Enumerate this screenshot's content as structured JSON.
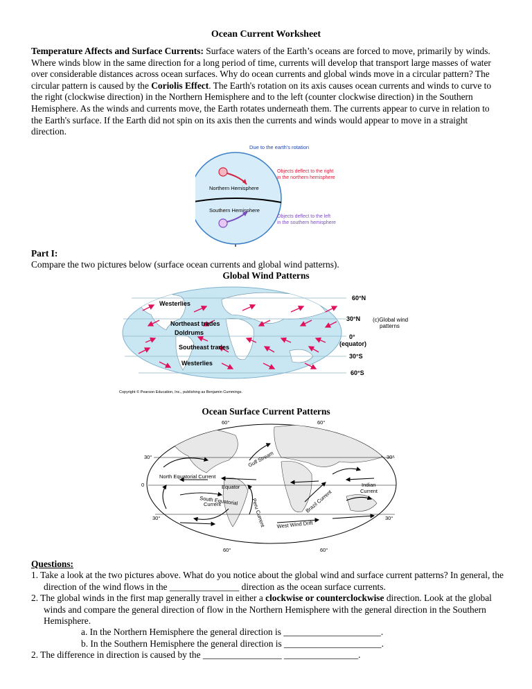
{
  "title": "Ocean Current Worksheet",
  "intro": {
    "heading": "Temperature Affects and Surface Currents:",
    "text1": " Surface waters of the Earth’s oceans are forced to move, primarily by winds.  Where winds blow in the same direction for a long period of time, currents will develop that transport large masses of water over considerable distances across ocean surfaces.  Why do ocean currents and global winds move in a circular pattern? The circular pattern is caused by the ",
    "coriolis": "Coriolis Effect",
    "text2": ". The Earth's rotation on its axis causes ocean currents and winds to curve to the right (clockwise direction) in the Northern Hemisphere and to the left (counter clockwise direction) in the Southern Hemisphere. As the winds and currents move, the Earth rotates underneath them. The currents appear to curve in relation to the Earth's surface. If the Earth did not spin on its axis then the currents and winds would appear to move in a straight direction."
  },
  "globe_figure": {
    "top_label": "Due to the earth's rotation",
    "north_label": "Northern Hemisphere",
    "south_label": "Southern Hemisphere",
    "right_note_1": "Objects deflect to the right",
    "right_note_2": "in the northern hemisphere",
    "left_note_1": "Objects deflect to the left",
    "left_note_2": "in the southern hemisphere",
    "north_color": "#d4213d",
    "south_color": "#7a4bc2"
  },
  "part1": {
    "heading": "Part I:",
    "text": "Compare the two pictures below (surface ocean currents and global wind patterns)."
  },
  "wind_map": {
    "title": "Global Wind Patterns",
    "labels": {
      "westerlies_n": "Westerlies",
      "ne_trades": "Northeast trades",
      "doldrums": "Doldrums",
      "se_trades": "Southeast trades",
      "westerlies_s": "Westerlies",
      "lat60n": "60°N",
      "lat30n": "30°N",
      "equator_1": "0°",
      "equator_2": "(equator)",
      "lat30s": "30°S",
      "lat60s": "60°S",
      "caption_1": "(c)Global wind",
      "caption_2": "patterns",
      "copyright": "Copyright © Pearson Education, Inc., publishing as Benjamin Cummings."
    },
    "arrow_color": "#e0105a",
    "ocean_color": "#c9e6f3"
  },
  "current_map": {
    "title": "Ocean Surface Current Patterns",
    "labels": {
      "top60_left": "60°",
      "top60_right": "60°",
      "lat30_left": "30°",
      "lat30_right": "30°",
      "zero": "0",
      "north_equatorial": "North Equatorial Current",
      "gulf_stream": "Gulf Stream",
      "equator": "Equator",
      "indian": "Indian",
      "indian2": "Current",
      "south_equatorial": "South Equatorial",
      "current": "Current",
      "peru": "Peru Current",
      "brazil": "Brazil Current",
      "west_wind": "West Wind Drift",
      "bot30_left": "30°",
      "bot30_right": "30°",
      "bot60_left": "60°",
      "bot60_right": "60°"
    }
  },
  "questions": {
    "heading": "Questions:",
    "q1": "1.  Take a look at the two pictures above.  What do you notice about the global wind and surface current patterns?  In general, the direction of the wind flows in the _______________ direction as the ocean surface currents.",
    "q2a": "2.  The global winds in the first map generally travel in either a ",
    "q2b": "clockwise or counterclockwise",
    "q2c": " direction.  Look at the global winds and compare the general direction of flow in the Northern Hemisphere with the general direction in the Southern Hemisphere.",
    "qa": "a.  In the Northern Hemisphere the general direction is _____________________.",
    "qb": "b.  In the Southern Hemisphere the general direction is _____________________.",
    "q3": "2.  The difference in direction is caused by the _________________ ________________."
  }
}
